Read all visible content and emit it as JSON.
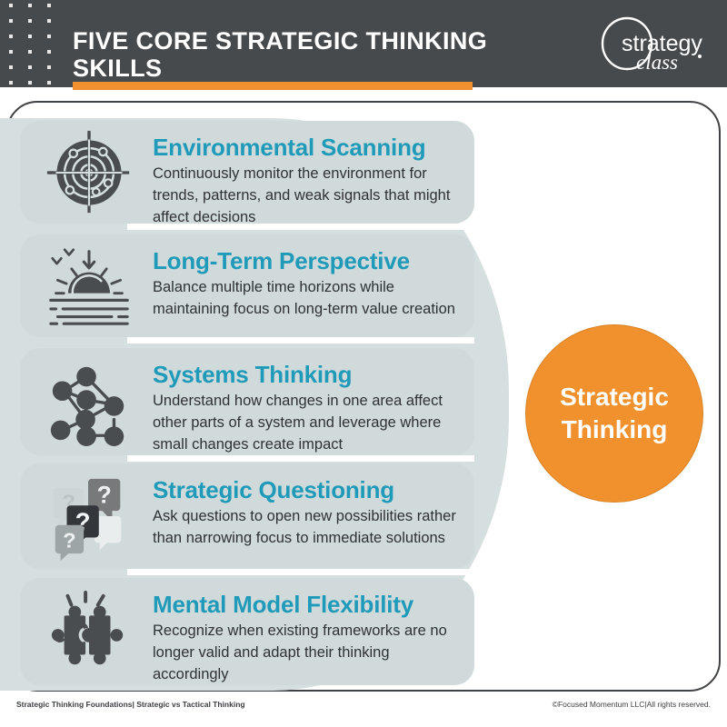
{
  "header": {
    "title": "FIVE CORE STRATEGIC THINKING SKILLS",
    "logo_primary": "strategy",
    "logo_secondary": "class",
    "logo_icon": "circle-outline-logo",
    "accent_color": "#f0912d",
    "background_color": "#474a4d"
  },
  "hub": {
    "line1": "Strategic",
    "line2": "Thinking",
    "color": "#f0912d",
    "text_color": "#ffffff"
  },
  "theme": {
    "title_color": "#1f9ab9",
    "body_text_color": "#2f3234",
    "card_background": "#d1dadb",
    "blob_color": "#d6dfe0",
    "frame_border": "#3f4245"
  },
  "cards": [
    {
      "icon": "radar-target-icon",
      "title": "Environmental Scanning",
      "description": "Continuously monitor the environment for trends, patterns, and weak signals that might affect decisions"
    },
    {
      "icon": "sunrise-horizon-icon",
      "title": "Long-Term Perspective",
      "description": "Balance multiple time horizons while maintaining focus on long-term value creation"
    },
    {
      "icon": "network-nodes-icon",
      "title": "Systems Thinking",
      "description": "Understand how changes in one area affect other parts of a system and leverage where small changes create impact"
    },
    {
      "icon": "question-speech-bubbles-icon",
      "title": "Strategic Questioning",
      "description": "Ask questions to open new possibilities rather than narrowing focus to immediate solutions"
    },
    {
      "icon": "puzzle-pieces-icon",
      "title": "Mental Model Flexibility",
      "description": "Recognize when existing frameworks are no longer valid and adapt their thinking accordingly"
    }
  ],
  "footer": {
    "left": "Strategic Thinking Foundations| Strategic vs Tactical Thinking",
    "right": "©Focused Momentum LLC|All rights reserved."
  }
}
